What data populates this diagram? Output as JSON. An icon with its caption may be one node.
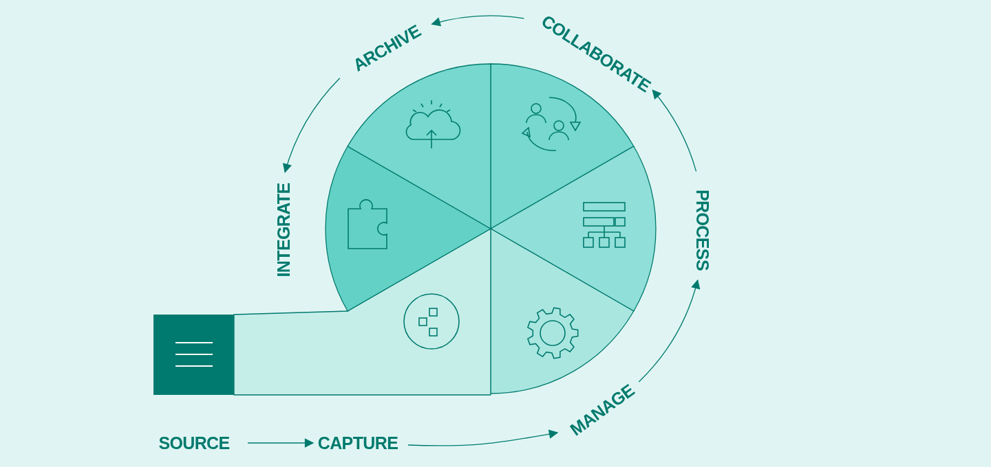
{
  "diagram": {
    "nodes": [
      {
        "text": [
          "SOURCE"
        ]
      },
      {
        "text": [
          "CAPTURE"
        ]
      },
      {
        "text": [
          "MANAGE"
        ]
      },
      {
        "text": [
          "PROCESS"
        ]
      },
      {
        "text": [
          "COLLABORATE"
        ]
      },
      {
        "text": [
          "ARCHIVE"
        ]
      },
      {
        "text": [
          "INTEGRATE"
        ]
      }
    ],
    "edges": [
      {
        "from": 0,
        "to": 1,
        "arrow": "to"
      },
      {
        "from": 1,
        "to": 2,
        "arrow": "to"
      },
      {
        "from": 2,
        "to": 3,
        "arrow": "to"
      },
      {
        "from": 3,
        "to": 4,
        "arrow": "to"
      },
      {
        "from": 4,
        "to": 5,
        "arrow": "to"
      },
      {
        "from": 5,
        "to": 6,
        "arrow": "to"
      }
    ]
  }
}
